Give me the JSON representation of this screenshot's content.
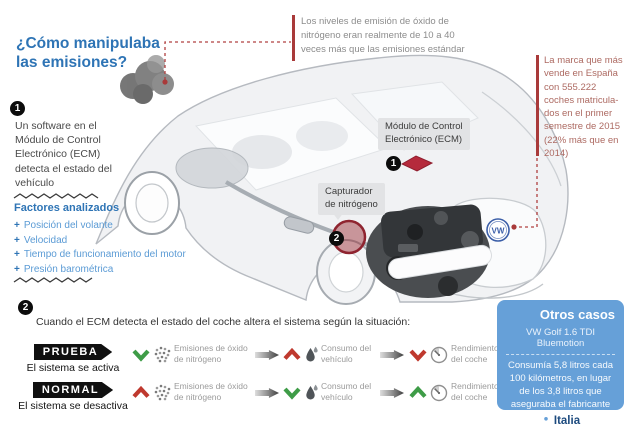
{
  "title": {
    "line1": "¿Cómo manipulaba",
    "line2": "las emisiones?"
  },
  "callout_top": {
    "lines": [
      "Los niveles de emisión de óxido de",
      "nitrógeno eran realmente de 10 a 40",
      "veces más que las emisiones estándar"
    ]
  },
  "callout_right": {
    "lines": [
      "La marca que más",
      "vende en España",
      "con 555.222",
      "coches matricula-",
      "dos en el primer",
      "semestre de 2015",
      "(22% más que en",
      "2014)"
    ]
  },
  "step1": {
    "number": "1",
    "text": "Un software en el Módulo de Control Electrónico (ECM) detecta el estado del vehículo"
  },
  "factors": {
    "heading": "Factores analizados",
    "bullet": "+",
    "items": [
      "Posición del volante",
      "Velocidad",
      "Tiempo de funcionamiento del motor",
      "Presión barométrica"
    ]
  },
  "car": {
    "ecm_label_line1": "Módulo de Control",
    "ecm_label_line2": "Electrónico (ECM)",
    "ecm_badge": "1",
    "nitrogen_label_line1": "Capturador",
    "nitrogen_label_line2": "de nitrógeno",
    "nitrogen_badge": "2",
    "logo": "VW"
  },
  "step2": {
    "number": "2",
    "text": "Cuando el ECM detecta el estado del coche altera el sistema según la situación:"
  },
  "modes": [
    {
      "tag": "PRUEBA",
      "subtitle": "El sistema se activa",
      "effects": [
        {
          "trend": "down",
          "trend_color": "#3e9c47",
          "icon": "particles-icon",
          "label": "Emisiones de óxido de nitrógeno"
        },
        {
          "trend": "up",
          "trend_color": "#bf392e",
          "icon": "droplet-icon",
          "label": "Consumo del vehículo"
        },
        {
          "trend": "down",
          "trend_color": "#bf392e",
          "icon": "gauge-icon",
          "label": "Rendimiento del coche"
        }
      ]
    },
    {
      "tag": "NORMAL",
      "subtitle": "El sistema se desactiva",
      "effects": [
        {
          "trend": "up",
          "trend_color": "#bf392e",
          "icon": "particles-icon",
          "label": "Emisiones de óxido de nitrógeno"
        },
        {
          "trend": "down",
          "trend_color": "#3e9c47",
          "icon": "droplet-icon",
          "label": "Consumo del vehículo"
        },
        {
          "trend": "up",
          "trend_color": "#3e9c47",
          "icon": "gauge-icon",
          "label": "Rendimiento del coche"
        }
      ]
    }
  ],
  "other_cases": {
    "title": "Otros casos",
    "model": "VW Golf 1.6 TDI Bluemotion",
    "description": "Consumía 5,8 litros cada 100 kilómetros, en lugar de los 3,8 litros que aseguraba el fabricante",
    "location": "Italia"
  },
  "colors": {
    "accent_blue": "#2e74b5",
    "list_blue": "#5b9bd5",
    "panel_blue": "#66a0d8",
    "panel_location_blue": "#1c4a7e",
    "red_accent": "#a93a3a",
    "green_trend": "#3e9c47",
    "red_trend": "#bf392e",
    "tag_black": "#101010"
  }
}
